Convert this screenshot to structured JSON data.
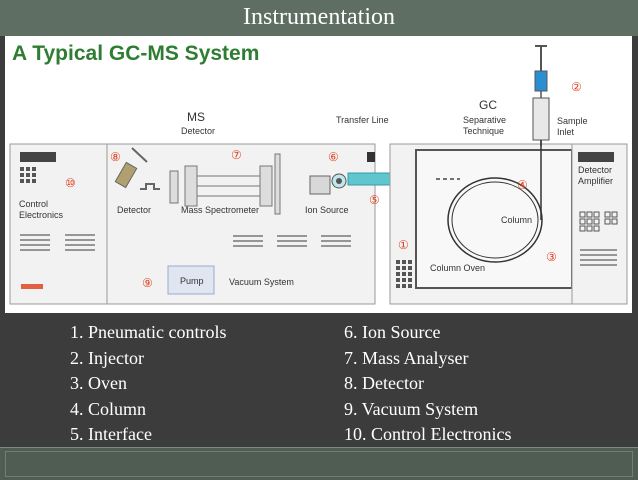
{
  "slide": {
    "title": "Instrumentation"
  },
  "figure": {
    "title": "A Typical GC-MS System",
    "labels": {
      "ms": "MS",
      "ms_detector": "Detector",
      "transfer_line": "Transfer Line",
      "gc": "GC",
      "gc_sub1": "Separative",
      "gc_sub2": "Technique",
      "sample": "Sample",
      "inlet": "Inlet",
      "detector_amp1": "Detector",
      "detector_amp2": "Amplifier",
      "control1": "Control",
      "control2": "Electronics",
      "detector": "Detector",
      "mass_spec": "Mass Spectrometer",
      "ion_source": "Ion Source",
      "column": "Column",
      "column_oven": "Column Oven",
      "pump": "Pump",
      "vacuum_system": "Vacuum System"
    },
    "numbers": {
      "n1": "①",
      "n2": "②",
      "n3": "③",
      "n4": "④",
      "n5": "⑤",
      "n6": "⑥",
      "n7": "⑦",
      "n8": "⑧",
      "n9": "⑨",
      "n10": "⑩"
    }
  },
  "legend": {
    "left": [
      "1. Pneumatic controls",
      "2. Injector",
      "3. Oven",
      "4. Column",
      "5. Interface"
    ],
    "right": [
      "6. Ion Source",
      "7. Mass Analyser",
      "8. Detector",
      "9. Vacuum System",
      "10. Control Electronics"
    ]
  },
  "colors": {
    "accent_number": "#e04020",
    "title_green": "#2e7d32",
    "transfer_cyan": "#5fc6d0",
    "syringe_blue": "#2a8fd0"
  }
}
